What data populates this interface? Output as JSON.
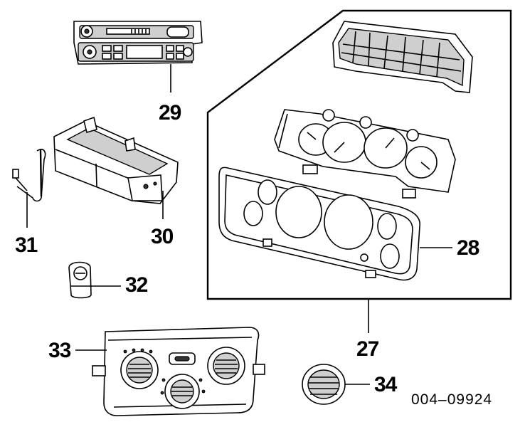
{
  "callouts": {
    "c27": "27",
    "c28": "28",
    "c29": "29",
    "c30": "30",
    "c31": "31",
    "c32": "32",
    "c33": "33",
    "c34": "34"
  },
  "figure_id": "004–09924"
}
